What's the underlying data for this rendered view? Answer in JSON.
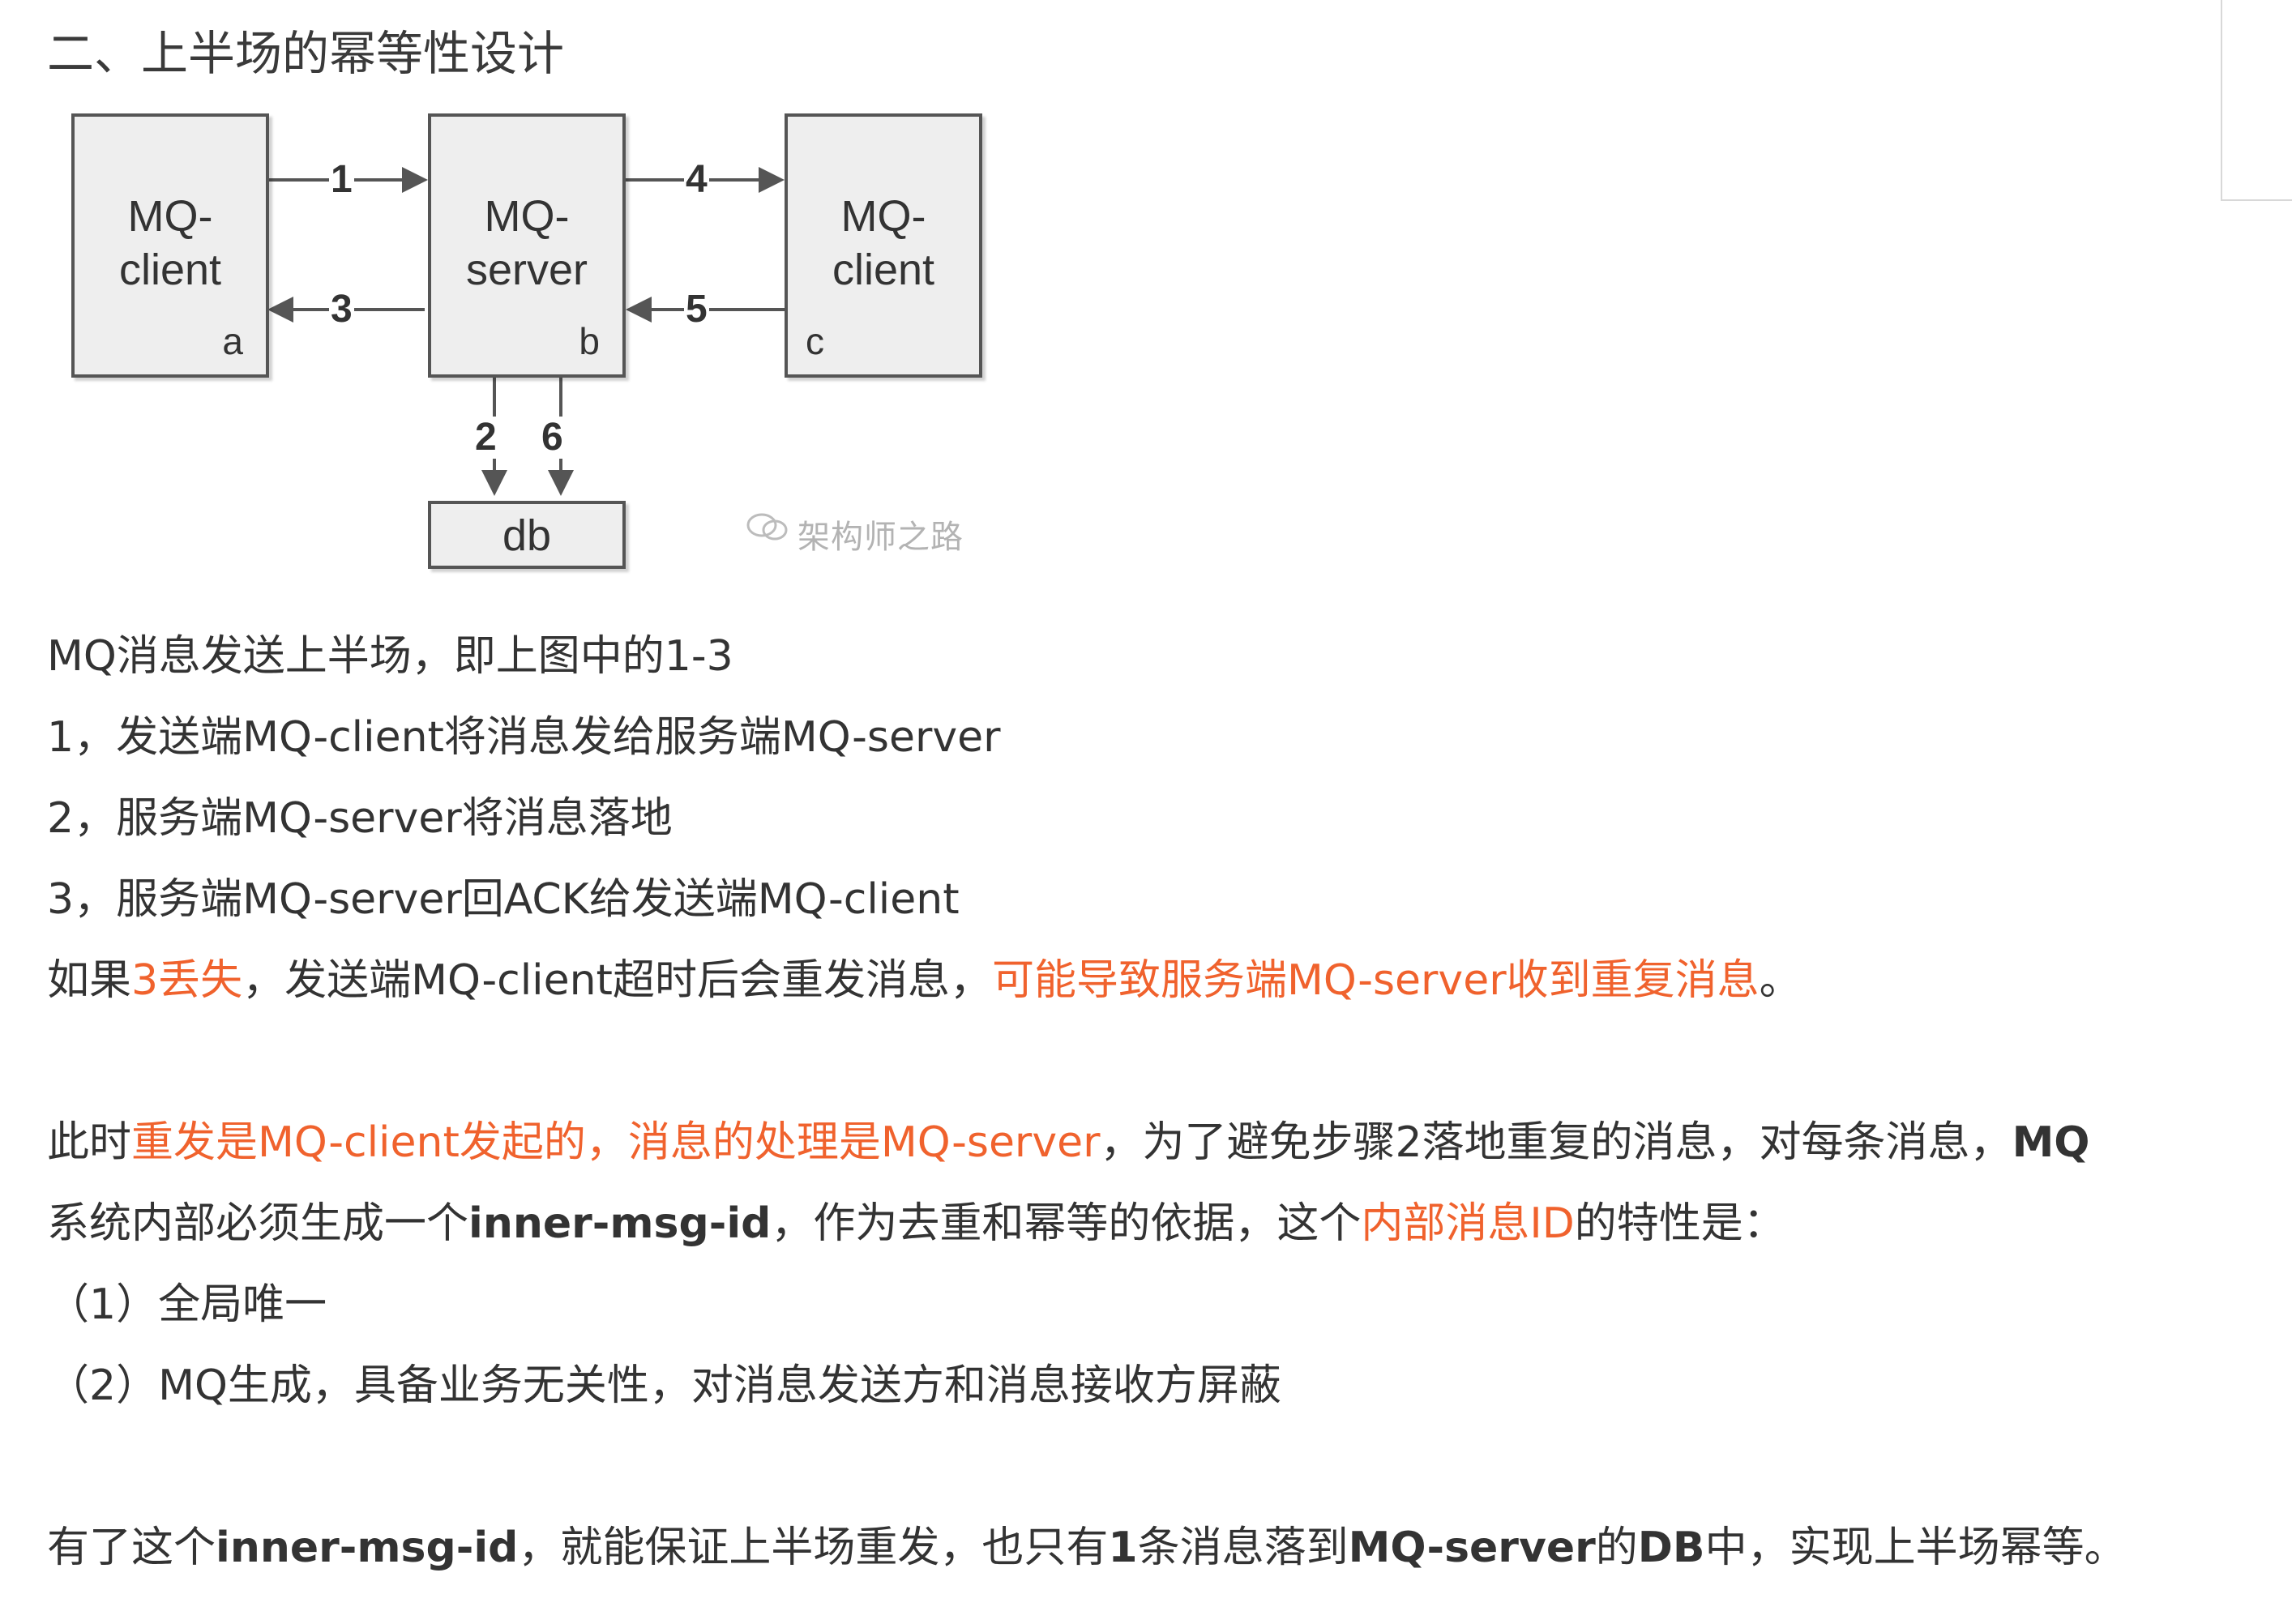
{
  "heading": "二、上半场的幂等性设计",
  "diagram": {
    "box_a": {
      "line1": "MQ-",
      "line2": "client",
      "letter": "a"
    },
    "box_b": {
      "line1": "MQ-",
      "line2": "server",
      "letter": "b"
    },
    "box_c": {
      "line1": "MQ-",
      "line2": "client",
      "letter": "c"
    },
    "box_db": {
      "label": "db"
    },
    "arrows": [
      "1",
      "3",
      "4",
      "5",
      "2",
      "6"
    ],
    "watermark": "架构师之路"
  },
  "paragraphs": {
    "intro": "MQ消息发送上半场，即上图中的1-3",
    "step1": "1，发送端MQ-client将消息发给服务端MQ-server",
    "step2": "2，服务端MQ-server将消息落地",
    "step3": "3，服务端MQ-server回ACK给发送端MQ-client",
    "lost": {
      "p1": "如果",
      "p2": "3丢失",
      "p3": "，发送端MQ-client超时后会重发消息，",
      "p4": "可能导致服务端MQ-server收到重复消息",
      "p5": "。"
    },
    "reason": {
      "p1": "此时",
      "p2": "重发是MQ-client发起的，消息的处理是MQ-server",
      "p3": "，为了避免步骤2落地重复的消息，对每条消息，",
      "p4": "MQ"
    },
    "reason2": {
      "p1": "系统内部必须生成一个",
      "p2": "inner-msg-id",
      "p3": "，作为去重和幂等的依据，这个",
      "p4": "内部消息ID",
      "p5": "的特性是："
    },
    "feature1": "（1）全局唯一",
    "feature2": "（2）MQ生成，具备业务无关性，对消息发送方和消息接收方屏蔽",
    "conclusion": {
      "p1": "有了这个",
      "p2": "inner-msg-id",
      "p3": "，就能保证上半场重发，也只有",
      "p4": "1",
      "p5": "条消息落到",
      "p6": "MQ-server",
      "p7": "的",
      "p8": "DB",
      "p9": "中，实现上半场幂等。"
    }
  },
  "colors": {
    "highlight": "#f0622d",
    "text": "#333333"
  }
}
